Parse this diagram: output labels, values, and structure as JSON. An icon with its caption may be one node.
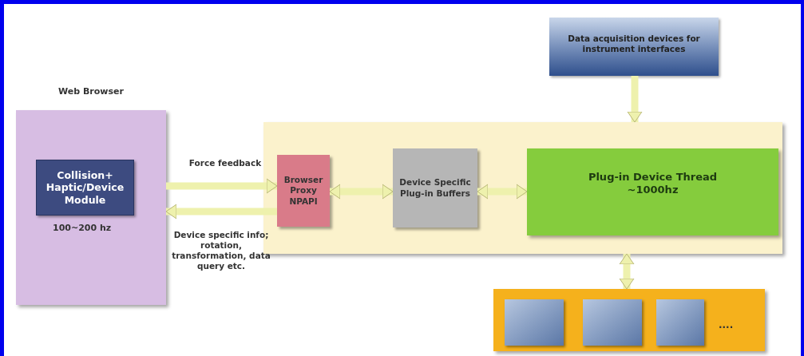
{
  "diagram": {
    "nodes": [
      {
        "text": [
          "Web Browser"
        ]
      },
      {
        "text": [
          "Collision+ Haptic/Device Module"
        ],
        "in": 0,
        "beside": [
          "100~200 hz"
        ]
      },
      {
        "text": [],
        "shape": "box"
      },
      {
        "text": [
          "Browser Proxy NPAPI"
        ],
        "in": 2
      },
      {
        "text": [
          "Device Specific Plug-in Buffers"
        ],
        "in": 2
      },
      {
        "text": [
          "Plug-in Device Thread ~1000hz"
        ],
        "in": 2
      },
      {
        "text": [
          "Data acquisition devices for instrument interfaces"
        ]
      },
      {
        "text": [],
        "shape": "box"
      },
      {
        "text": [],
        "shape": "box",
        "in": 7
      },
      {
        "text": [],
        "shape": "box",
        "in": 7
      },
      {
        "text": [],
        "shape": "box",
        "in": 7
      }
    ],
    "edges": [
      {
        "from": 0,
        "to": 3,
        "arrow": "to",
        "label": "Force feedback"
      },
      {
        "from": 3,
        "to": 0,
        "arrow": "to",
        "label": "Device specific info; rotation, transformation, data query etc."
      },
      {
        "from": 3,
        "to": 4,
        "arrow": "both"
      },
      {
        "from": 4,
        "to": 5,
        "arrow": "both"
      },
      {
        "from": 6,
        "to": 2,
        "arrow": "to"
      },
      {
        "from": 2,
        "to": 7,
        "arrow": "both"
      }
    ],
    "labels": [
      "...."
    ]
  }
}
